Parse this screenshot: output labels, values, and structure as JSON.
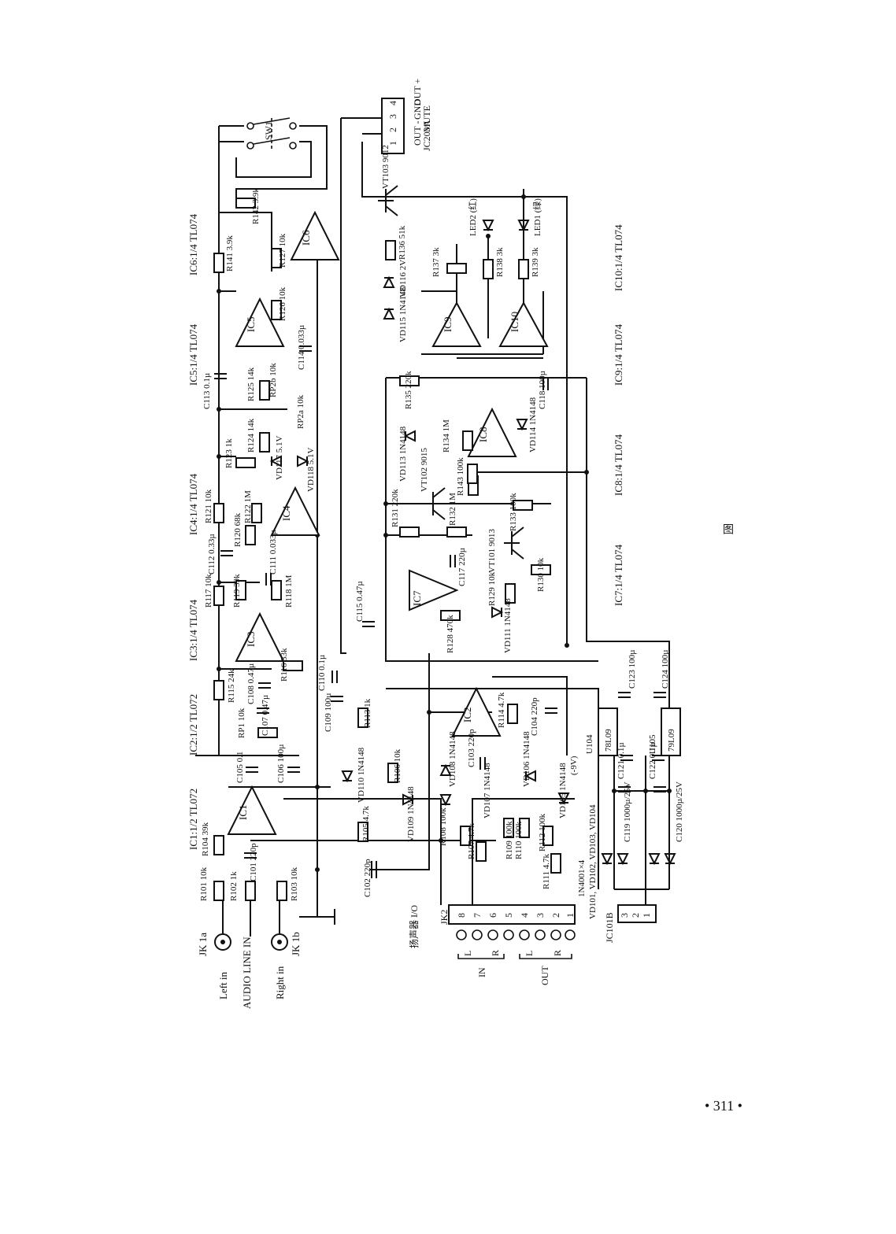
{
  "page_number": "• 311 •",
  "figure_caption": "图",
  "inputs": {
    "jk1a": "JK 1a",
    "jk1b": "JK 1b",
    "left_in": "Left in",
    "right_in": "Right in",
    "audio_line_in": "AUDIO LINE IN"
  },
  "chip_labels": [
    "IC1:1/2 TL072",
    "IC2:1/2 TL072",
    "IC3:1/4 TL074",
    "IC4:1/4 TL074",
    "IC5:1/4 TL074",
    "IC6:1/4 TL074",
    "IC7:1/4 TL074",
    "IC8:1/4 TL074",
    "IC9:1/4 TL074",
    "IC10:1/4 TL074"
  ],
  "opamps": [
    "IC1",
    "IC2",
    "IC3",
    "IC4",
    "IC5",
    "IC6",
    "IC7",
    "IC8",
    "IC9",
    "IC10"
  ],
  "resistors": [
    {
      "ref": "R101",
      "val": "10k"
    },
    {
      "ref": "R102",
      "val": "1k"
    },
    {
      "ref": "R103",
      "val": "10k"
    },
    {
      "ref": "R104",
      "val": "39k"
    },
    {
      "ref": "R105",
      "val": "4.7k"
    },
    {
      "ref": "R106",
      "val": "10k"
    },
    {
      "ref": "R107",
      "val": "4.7k"
    },
    {
      "ref": "R108",
      "val": "100k"
    },
    {
      "ref": "R109",
      "val": "100k"
    },
    {
      "ref": "R110",
      "val": "100k"
    },
    {
      "ref": "R111",
      "val": "4.7k"
    },
    {
      "ref": "R112",
      "val": "100k"
    },
    {
      "ref": "R113",
      "val": "1k"
    },
    {
      "ref": "R114",
      "val": "4.7k"
    },
    {
      "ref": "R115",
      "val": "24k"
    },
    {
      "ref": "R116",
      "val": "33k"
    },
    {
      "ref": "R117",
      "val": "10k"
    },
    {
      "ref": "R118",
      "val": "1M"
    },
    {
      "ref": "R119",
      "val": "39k"
    },
    {
      "ref": "R120",
      "val": "68k"
    },
    {
      "ref": "R121",
      "val": "10k"
    },
    {
      "ref": "R122",
      "val": "1M"
    },
    {
      "ref": "R123",
      "val": "1k"
    },
    {
      "ref": "R124",
      "val": "14k"
    },
    {
      "ref": "R125",
      "val": "14k"
    },
    {
      "ref": "R126",
      "val": "10k"
    },
    {
      "ref": "R127",
      "val": "10k"
    },
    {
      "ref": "R128",
      "val": "470k"
    },
    {
      "ref": "R129",
      "val": "10k"
    },
    {
      "ref": "R130",
      "val": "10k"
    },
    {
      "ref": "R131",
      "val": "220k"
    },
    {
      "ref": "R132",
      "val": "1M"
    },
    {
      "ref": "R133",
      "val": "100k"
    },
    {
      "ref": "R134",
      "val": "1M"
    },
    {
      "ref": "R135",
      "val": "220k"
    },
    {
      "ref": "R136",
      "val": "51k"
    },
    {
      "ref": "R137",
      "val": "3k"
    },
    {
      "ref": "R138",
      "val": "3k"
    },
    {
      "ref": "R139",
      "val": "3k"
    },
    {
      "ref": "R141",
      "val": "3.9k"
    },
    {
      "ref": "R142",
      "val": "3.9k"
    },
    {
      "ref": "R143",
      "val": "100k"
    },
    {
      "ref": "RP1",
      "val": "10k"
    },
    {
      "ref": "RP2a",
      "val": "10k"
    },
    {
      "ref": "RP2b",
      "val": "10k"
    }
  ],
  "capacitors": [
    {
      "ref": "C101",
      "val": "220p"
    },
    {
      "ref": "C102",
      "val": "220p"
    },
    {
      "ref": "C103",
      "val": "220p"
    },
    {
      "ref": "C104",
      "val": "220p"
    },
    {
      "ref": "C105",
      "val": "0.1"
    },
    {
      "ref": "C106",
      "val": "100µ"
    },
    {
      "ref": "C107",
      "val": "0.47µ"
    },
    {
      "ref": "C108",
      "val": "0.47µ"
    },
    {
      "ref": "C109",
      "val": "100µ"
    },
    {
      "ref": "C110",
      "val": "0.1µ"
    },
    {
      "ref": "C111",
      "val": "0.033µ"
    },
    {
      "ref": "C112",
      "val": "0.33µ"
    },
    {
      "ref": "C113",
      "val": "0.1µ"
    },
    {
      "ref": "C114",
      "val": "0.033µ"
    },
    {
      "ref": "C115",
      "val": "0.47µ"
    },
    {
      "ref": "C117",
      "val": "220µ"
    },
    {
      "ref": "C118",
      "val": "100µ"
    },
    {
      "ref": "C119",
      "val": "1000µ/25V"
    },
    {
      "ref": "C120",
      "val": "1000µ/25V"
    },
    {
      "ref": "C121",
      "val": "0.1µ"
    },
    {
      "ref": "C122",
      "val": "0.1µ"
    },
    {
      "ref": "C123",
      "val": "100µ"
    },
    {
      "ref": "C124",
      "val": "100µ"
    }
  ],
  "diodes": [
    {
      "ref": "VD105",
      "val": "1N4148"
    },
    {
      "ref": "VD106",
      "val": "1N4148"
    },
    {
      "ref": "VD107",
      "val": "1N4148"
    },
    {
      "ref": "VD108",
      "val": "1N4148"
    },
    {
      "ref": "VD109",
      "val": "1N4148"
    },
    {
      "ref": "VD110",
      "val": "1N4148"
    },
    {
      "ref": "VD111",
      "val": "1N4148"
    },
    {
      "ref": "VD113",
      "val": "1N4148"
    },
    {
      "ref": "VD114",
      "val": "1N4148"
    },
    {
      "ref": "VD115",
      "val": "1N4148"
    },
    {
      "ref": "VD116",
      "val": "2V"
    },
    {
      "ref": "VD117",
      "val": "5.1V"
    },
    {
      "ref": "VD118",
      "val": "5.1V"
    }
  ],
  "transistors": [
    {
      "ref": "VT101",
      "val": "9013"
    },
    {
      "ref": "VT102",
      "val": "9015"
    },
    {
      "ref": "VT103",
      "val": "9012"
    }
  ],
  "regulators": [
    {
      "ref": "U104",
      "val": "78L09"
    },
    {
      "ref": "U105",
      "val": "79L09"
    }
  ],
  "leds": [
    {
      "ref": "LED1",
      "val": "(绿)"
    },
    {
      "ref": "LED2",
      "val": "(红)"
    }
  ],
  "rectifier_note": {
    "line1": "1N4001×4",
    "line2": "VD101, VD102, VD103, VD104"
  },
  "minus_rail": "(-9V)",
  "connector_jc203a": {
    "ref": "JC203A",
    "pins": [
      "1",
      "2",
      "3",
      "4"
    ],
    "signals": [
      "OUT -",
      "MUTE",
      "GND",
      "OUT +"
    ]
  },
  "connector_jc101b": {
    "ref": "JC101B",
    "pins": [
      "3",
      "2",
      "1"
    ]
  },
  "switch": "SW1",
  "speaker_io": {
    "title": "扬声器 I/O",
    "ref": "JK2",
    "pins": [
      "8",
      "7",
      "6",
      "5",
      "4",
      "3",
      "2",
      "1"
    ],
    "in_label": "IN",
    "out_label": "OUT",
    "l": "L",
    "r": "R"
  }
}
